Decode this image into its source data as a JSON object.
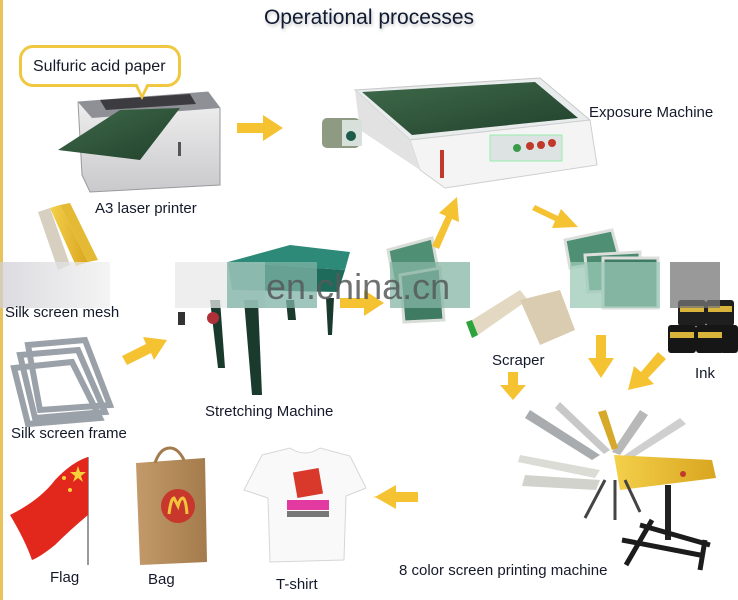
{
  "title": "Operational processes",
  "callout": "Sulfuric acid paper",
  "steps": [
    {
      "id": "printer",
      "label": "A3 laser printer"
    },
    {
      "id": "exposure",
      "label": "Exposure Machine"
    },
    {
      "id": "mesh",
      "label": "Silk screen mesh"
    },
    {
      "id": "frame",
      "label": "Silk screen frame"
    },
    {
      "id": "stretching",
      "label": "Stretching Machine"
    },
    {
      "id": "scraper",
      "label": "Scraper"
    },
    {
      "id": "ink",
      "label": "Ink"
    },
    {
      "id": "press",
      "label": "8 color screen printing machine"
    },
    {
      "id": "tshirt",
      "label": "T-shirt"
    },
    {
      "id": "bag",
      "label": "Bag"
    },
    {
      "id": "flag",
      "label": "Flag"
    }
  ],
  "flow": [
    {
      "from": "printer",
      "to": "exposure"
    },
    {
      "from": "frame",
      "to": "stretching"
    },
    {
      "from": "stretching",
      "to": "screens"
    },
    {
      "from": "screens",
      "to": "exposure"
    },
    {
      "from": "exposure",
      "to": "exposed-screens"
    },
    {
      "from": "exposed-screens",
      "to": "press"
    },
    {
      "from": "scraper",
      "to": "press"
    },
    {
      "from": "ink",
      "to": "press"
    },
    {
      "from": "press",
      "to": "tshirt"
    }
  ],
  "watermark": "en.china.cn",
  "colors": {
    "arrow": "#f5c232",
    "callout_border": "#f0c740",
    "text": "#151a2a"
  }
}
